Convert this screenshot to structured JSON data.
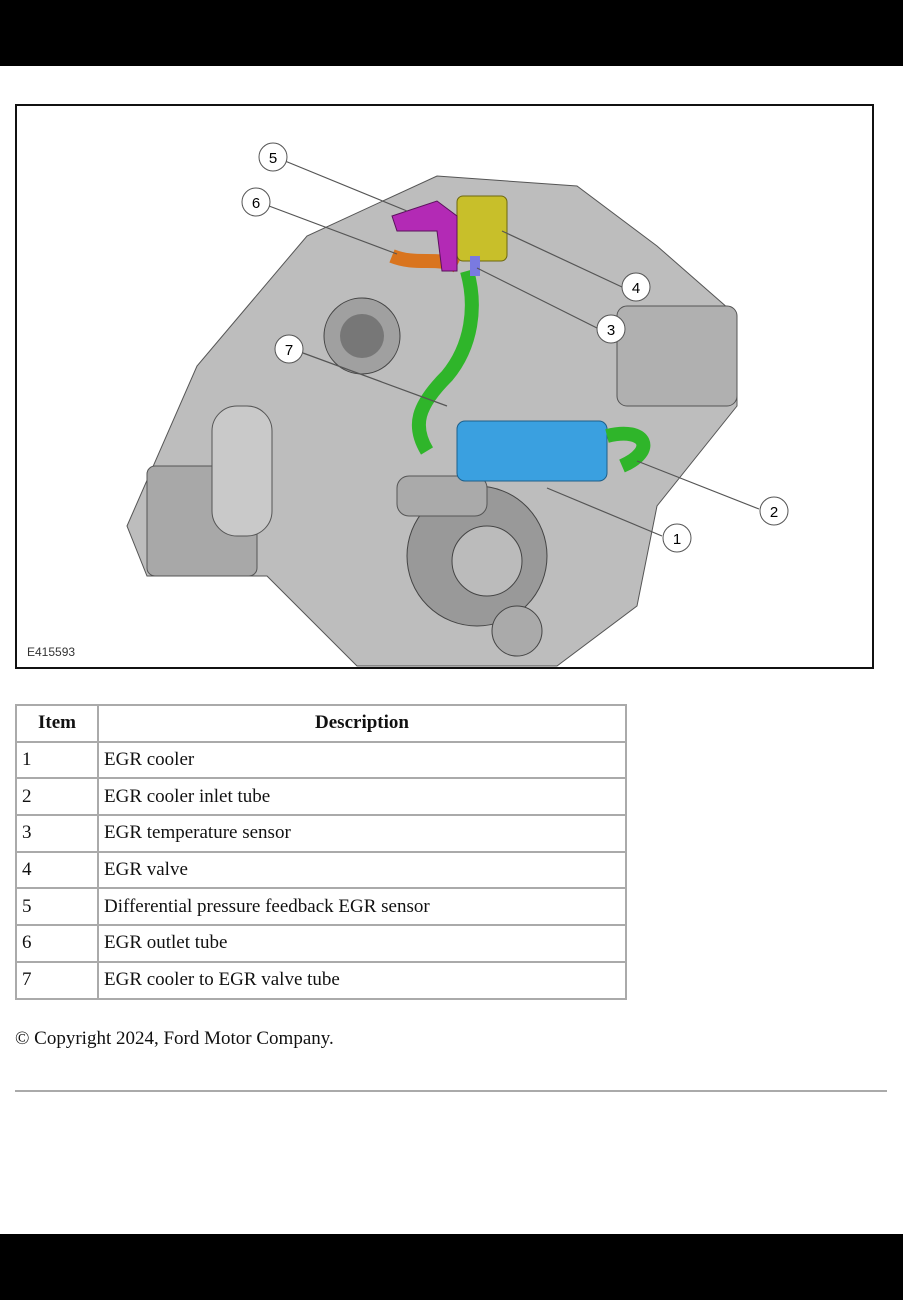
{
  "figure": {
    "id": "E415593",
    "callouts": [
      "1",
      "2",
      "3",
      "4",
      "5",
      "6",
      "7"
    ],
    "colors": {
      "egr_cooler": "#3aa0e0",
      "tube": "#2fb52a",
      "valve": "#c8bf2a",
      "sensor": "#b32ab5",
      "outlet": "#d9741e"
    }
  },
  "table": {
    "headers": [
      "Item",
      "Description"
    ],
    "rows": [
      [
        "1",
        "EGR cooler"
      ],
      [
        "2",
        "EGR cooler inlet tube"
      ],
      [
        "3",
        "EGR temperature sensor"
      ],
      [
        "4",
        "EGR valve"
      ],
      [
        "5",
        "Differential pressure feedback EGR sensor"
      ],
      [
        "6",
        "EGR outlet tube"
      ],
      [
        "7",
        "EGR cooler to EGR valve tube"
      ]
    ]
  },
  "footer": {
    "copyright": "© Copyright 2024, Ford Motor Company."
  }
}
